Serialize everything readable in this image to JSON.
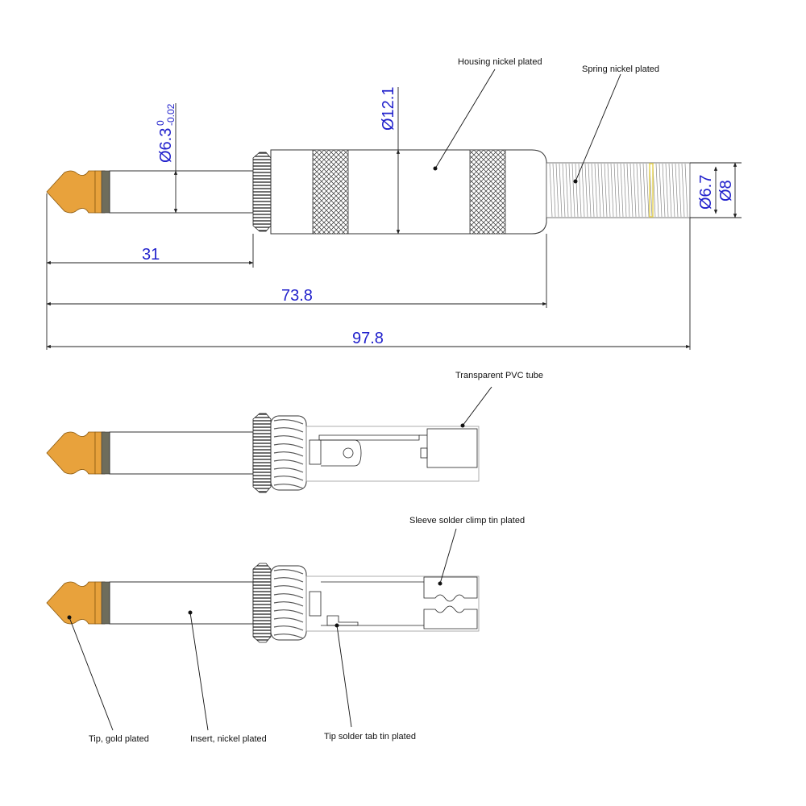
{
  "colors": {
    "gold": "#e8a23c",
    "gold_dark": "#b97a1a",
    "band": "#6e6d5c",
    "knurl": "#555555",
    "dimension_text": "#2222cc",
    "line": "#222222",
    "spring_highlight": "#e6d35a"
  },
  "top_view": {
    "dimensions": {
      "tip_diameter": "Ø6.3",
      "tip_tol_upper": "0",
      "tip_tol_lower": "-0.02",
      "housing_diameter": "Ø12.1",
      "spring_inner_diameter": "Ø6.7",
      "spring_outer_diameter": "Ø8",
      "insert_length": "31",
      "housing_length": "73.8",
      "overall_length": "97.8"
    },
    "callouts": {
      "housing": "Housing nickel plated",
      "spring": "Spring nickel plated"
    }
  },
  "middle_view": {
    "callouts": {
      "tube": "Transparent PVC tube"
    }
  },
  "bottom_view": {
    "callouts": {
      "sleeve_clamp": "Sleeve solder climp tin plated",
      "tip": "Tip, gold plated",
      "insert": "Insert, nickel plated",
      "tip_tab": "Tip solder tab tin plated"
    }
  }
}
